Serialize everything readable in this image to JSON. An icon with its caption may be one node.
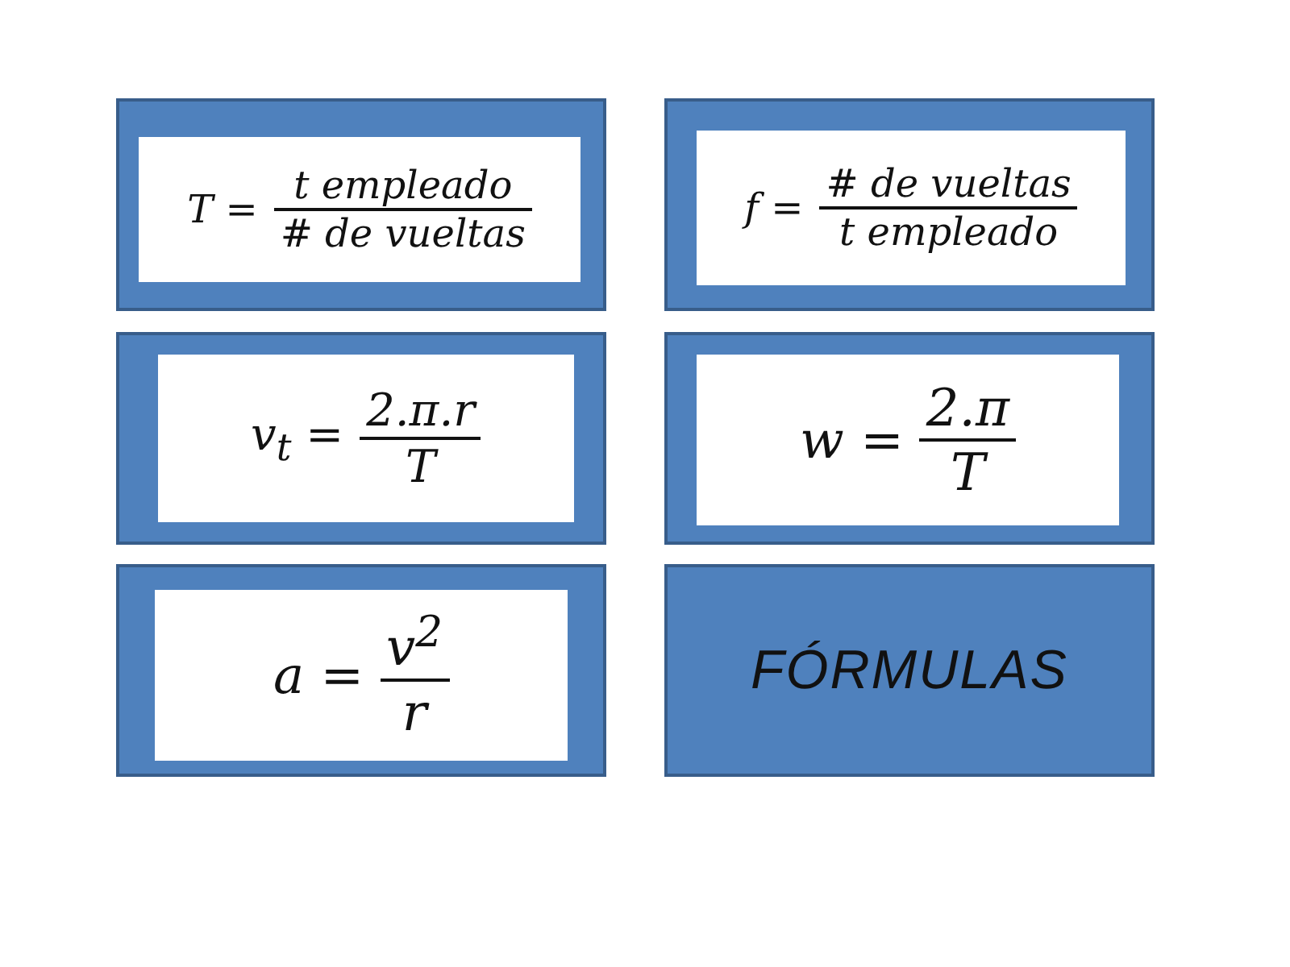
{
  "diagram": {
    "nodes": [
      {
        "text": [
          "T =",
          "t empleado",
          "# de vueltas"
        ]
      },
      {
        "text": [
          "f =",
          "# de vueltas",
          "t empleado"
        ]
      },
      {
        "text": [
          "v$_{t}$ =",
          "2.π.r",
          "T"
        ]
      },
      {
        "text": [
          "w =",
          "2.π",
          "T"
        ]
      },
      {
        "text": [
          "a =",
          "v$^{2}$",
          "r"
        ]
      },
      {
        "text": [
          "FÓRMULAS"
        ]
      }
    ],
    "edges": []
  }
}
